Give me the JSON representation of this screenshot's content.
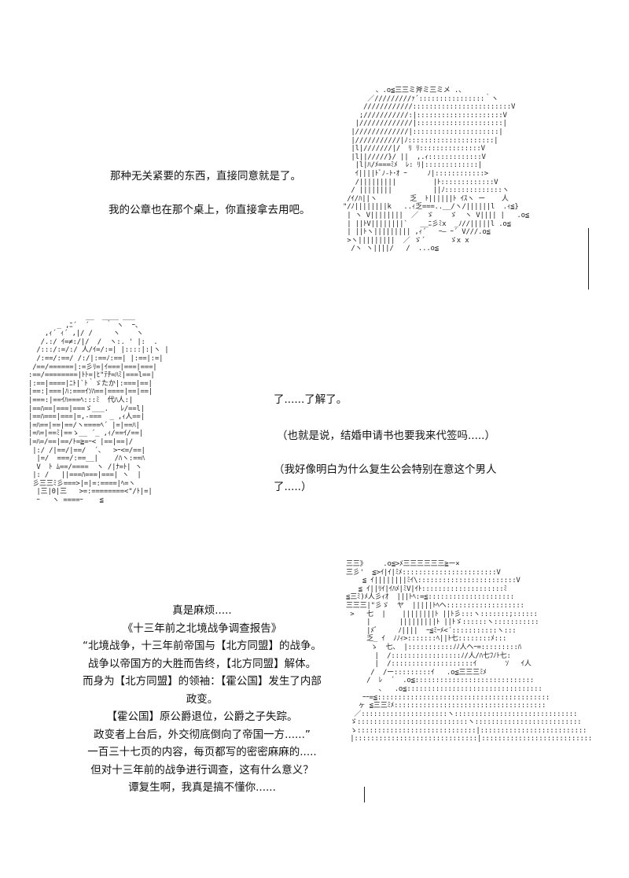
{
  "panel1": {
    "lines": [
      "那种无关紧要的东西，直接同意就是了。",
      "我的公章也在那个桌上，你直接拿去用吧。"
    ]
  },
  "panel2": {
    "lines": [
      "了......了解了。",
      "（也就是说，结婚申请书也要我来代签吗.....）",
      "（我好像明白为什么复生公会特别在意这个男人",
      "了.....）"
    ]
  },
  "panel3": {
    "lines": [
      "真是麻烦.....",
      "《十三年前之北境战争调查报告》",
      "“北境战争，十三年前帝国与【北方同盟】的战争。",
      "战争以帝国方的大胜而告终，【北方同盟】解体。",
      "而身为【北方同盟】的领袖：【霍公国】发生了内部",
      "政变。",
      "【霍公国】原公爵退位，公爵之子失踪。",
      "政变者上台后，外交彻底倒向了帝国一方......”",
      "一百三十七页的内容，每页都写的密密麻麻的.....",
      "但对十三年前的战争进行调查，这有什么意义？",
      "谭复生啊，我真是搞不懂你......"
    ]
  },
  "art": {
    "figure1": "        、.o≦三三ミ斧ミ三ミメ .、\n      ／/////////ｧ´::::::::::::::::｀ヽ\n     ////////////::::::::::::::::::::::::V\n    ;///////////:|:::::::::::::::::::::V\n   |/////////////|:::::::::::::::::::::|\n  |/////////////|:::::::::::::::::::::|\n  |///////////|ﾉ:::::::::::::::::::::|\n  |l|///////|/  ﾘ ﾘ:::::::::::::::V\n  |l||/////}/ ||  ,.ｨ:::::::::::::V\n   |l|ﾊ/ﾒ===ﾐﾒ  ﾚ: ﾘ|:::::::::::::|\n   ｲ||||ﾄﾞﾉ-ﾄ･ｵ ｰ     ﾉ|::::::::::::>\n   /|||||||||         |ﾄ:::::::::::::V\n  / ||||||||          ||ﾉ::::::::::::::ヽ\n /ｲ/ﾊ||ヽ        乏  ﾄ||||||ﾄ ｲｽヽ ー    人\n\"/ﾉ||||||||k   ..ｨ乏===..__/ヽ/||||||l  .ｨ≦}\n | ヽ V||||||||  ／  ゞ    ゞ  ヽ V|||| |   .o≦\n | ||ﾄV||||||||`   __ﾆ彡ﾐx  _ﾉ//|||||l .o≦\n | ||ﾄヽ||||||||| ,ｨ´   ｰ― ｰ´ V///.o≦\n >ヽ|||||||||  ／ ゞ´      ゞx x\n  /ヽ ヽ||||/   /  ...o≦",
    "figure2": "              __  ____ ___\n       _ ,ﾆ´  ´    ｀ ヽ  ｰ、\n    ,ｨ´ ｨ´ ,|/ /     ヽ    ヽ\n   /.:/ ｲ=≠:/|/  /  ヽ:. ' |:  .\n  /:::/:=/:/ 人/ｲ=/:=| |::::|:|ヽ |\n  /:==/:==/ /:/|:==ﾉ:==| |:==|:=|\n /==/======|:=彡ﾘ=|ｲ===|===|===|\n:==/========|ﾄﾄ=|ﾋ\"ﾃﾁ=ﾊﾐ|===l==|\n|:==|====|ﾆﾄ|`ﾄ｀ゞたか|:===|==|\n|==:|===|ﾊ:===ｲｿﾊ==|====|==|==|\n|===:|==ｲﾊ===ﾍ:::ﾐ  代ﾊ人:|\n|==ﾊ==|===|===ゞ___.   ﾚ/==l|\n|==ﾊ===|===|=,-===  _ ,ｨ人==|\n|=ﾊ==|==|==/ヽ====ﾍ´ |=|==ﾊ|\n|=ﾊ=|==ﾐ|==ゝ__ ´_ ,ｨ/==ｲ/==|\n|=ﾊ=/==|==/ﾄ=≧=ｰ< |==|==|/\n |:/ /|==/|==/  ´、  >ｰ<=/==|\n  |=/  ===/:==__|    /ﾊヽ:==ﾊ\n  V  ﾄ ﾑ==/====  ヽ /|ﾅ=ﾄ| ヽ\n |: /   ||===ﾊ===|===| ヽ  |\n 彡三三ﾐ彡===>|=|=:====|ﾍ=ヽ\n  |三|0|三   >=:========<\"/ﾄ|=|\n  ｰ   ヽ ====ｰ    ≦\n",
    "figure3": "三三》    .o≦>ﾒ三三三三三三≧ー×\n三彡'  ≦>ｲ|ｲ|ﾐﾒ:::::::::::::::::::::::V\n    ≦ ｲ||||||||ﾐｲ\\::::::::::::::::::::::::V\n   ≦ ｲ||ﾘｲ|ｲﾊﾒ|ﾐV|ｲﾄ::::::::::::::::::::ﾐ\n≦三ﾐ)ﾒ人彡ｨｵ  |||ﾄﾍ:=≦:::::::::::::::::::::\n三三三|\"彡ゞ  ヤ  |||||ﾄﾍヘ:::::::::::::::::::\n >   七  |    ||||||||ﾄ ||ﾄ彡:::ヽ:::::::;::::::\n     |       |||||||||ﾄ ||ﾄゞ::::::ヽ:::::::::::\n     |ﾒﾞ     ﾉ||||  ｰ≦ﾐｰﾒ<´:::::::::::ヽ:::\n     乏_ ｲ  ﾉﾉｨ>:::::::ﾍ||ﾄ七::::::::ﾒ:::\n      ゝ  七、 |:::::::::::ﾉﾉ人ヘｰ=:::::::::ﾊ\n       |  /:::::::::::::::::ﾉ/人/ﾊ七ﾌﾉﾄ七:\n       |  /::::::::::::::::::::ｲ       ｿ   ｲ人\n      /  /ー:::::::::ｲ   .o≦三三三ﾐﾒ\n     /  ﾚ  ´  .o≦:::::::::::::::::::::::::::::\n        ､   .o≦:::::::::::::::::::::::::::::::::\n    ｰｰ=≦::::::::::::::::::::::::::::::::::::::::::\n   ヶ ≦三三ﾐﾒ:::::::::::::::::::::::::::::::::::::\n  ／:::::::::::::::::::::ヽ::::::::::::::::::::::::::::::\n ゞ:::::::::::::::::::::::::::ヽ::::::::::::::::::::::::::\n ゝ:::::::::::::::::::::::::::::|::::::::::::::::::::::::::\n |::::::::::::::::::::::::::::::|:::::::::::::::::::::::::::"
  }
}
